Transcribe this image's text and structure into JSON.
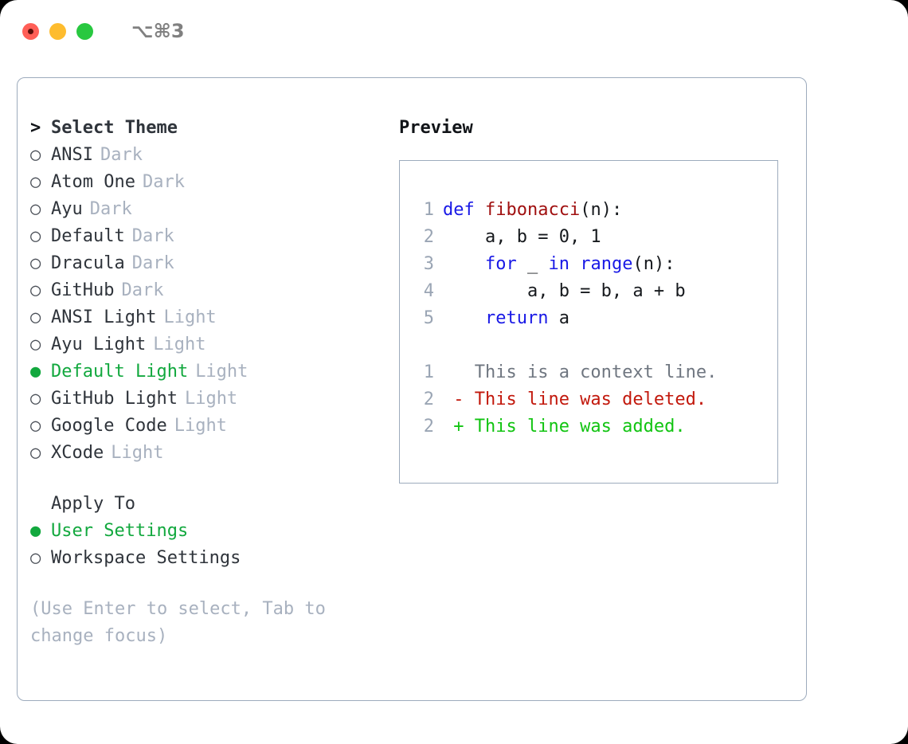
{
  "titlebar": {
    "shortcut": "⌥⌘3",
    "lights": [
      {
        "name": "close",
        "color": "#ff5f57"
      },
      {
        "name": "minimize",
        "color": "#febc2e"
      },
      {
        "name": "maximize",
        "color": "#28c840"
      }
    ]
  },
  "colors": {
    "selected_green": "#12a83e",
    "muted_gray": "#a8b1bf",
    "border": "#9dabbd",
    "keyword_blue": "#1919e6",
    "function_red": "#a01010",
    "diff_deleted": "#c2180c",
    "diff_added": "#11c411"
  },
  "theme_list": {
    "header_prefix": ">",
    "header_label": "Select Theme",
    "bullet_off": "○",
    "bullet_on": "●",
    "items": [
      {
        "bullet": "○",
        "label": "ANSI",
        "suffix": "Dark",
        "selected": false
      },
      {
        "bullet": "○",
        "label": "Atom One",
        "suffix": "Dark",
        "selected": false
      },
      {
        "bullet": "○",
        "label": "Ayu",
        "suffix": "Dark",
        "selected": false
      },
      {
        "bullet": "○",
        "label": "Default",
        "suffix": "Dark",
        "selected": false
      },
      {
        "bullet": "○",
        "label": "Dracula",
        "suffix": "Dark",
        "selected": false
      },
      {
        "bullet": "○",
        "label": "GitHub",
        "suffix": "Dark",
        "selected": false
      },
      {
        "bullet": "○",
        "label": "ANSI Light",
        "suffix": "Light",
        "selected": false
      },
      {
        "bullet": "○",
        "label": "Ayu Light",
        "suffix": "Light",
        "selected": false
      },
      {
        "bullet": "●",
        "label": "Default Light",
        "suffix": "Light",
        "selected": true
      },
      {
        "bullet": "○",
        "label": "GitHub Light",
        "suffix": "Light",
        "selected": false
      },
      {
        "bullet": "○",
        "label": "Google Code",
        "suffix": "Light",
        "selected": false
      },
      {
        "bullet": "○",
        "label": "XCode",
        "suffix": "Light",
        "selected": false
      }
    ]
  },
  "apply_to": {
    "header_label": "Apply To",
    "items": [
      {
        "bullet": "●",
        "label": "User Settings",
        "selected": true
      },
      {
        "bullet": "○",
        "label": "Workspace Settings",
        "selected": false
      }
    ]
  },
  "hint": "(Use Enter to select, Tab to change focus)",
  "preview": {
    "title": "Preview",
    "code_lines": [
      {
        "no": "1",
        "tokens": [
          {
            "t": "def ",
            "c": "kw"
          },
          {
            "t": "fibonacci",
            "c": "fn"
          },
          {
            "t": "(n):",
            "c": "txt"
          }
        ]
      },
      {
        "no": "2",
        "tokens": [
          {
            "t": "    a, b = 0, 1",
            "c": "txt"
          }
        ]
      },
      {
        "no": "3",
        "tokens": [
          {
            "t": "    ",
            "c": "txt"
          },
          {
            "t": "for",
            "c": "kw"
          },
          {
            "t": " _ ",
            "c": "txt"
          },
          {
            "t": "in",
            "c": "kw"
          },
          {
            "t": " ",
            "c": "txt"
          },
          {
            "t": "range",
            "c": "kw"
          },
          {
            "t": "(n):",
            "c": "txt"
          }
        ]
      },
      {
        "no": "4",
        "tokens": [
          {
            "t": "        a, b = b, a + b",
            "c": "txt"
          }
        ]
      },
      {
        "no": "5",
        "tokens": [
          {
            "t": "    ",
            "c": "txt"
          },
          {
            "t": "return",
            "c": "kw"
          },
          {
            "t": " a",
            "c": "txt"
          }
        ]
      }
    ],
    "diff_lines": [
      {
        "no": "1",
        "tokens": [
          {
            "t": "   This is a context line.",
            "c": "ctx"
          }
        ]
      },
      {
        "no": "2",
        "tokens": [
          {
            "t": " - This line was deleted.",
            "c": "del"
          }
        ]
      },
      {
        "no": "2",
        "tokens": [
          {
            "t": " + This line was added.",
            "c": "add"
          }
        ]
      }
    ]
  }
}
